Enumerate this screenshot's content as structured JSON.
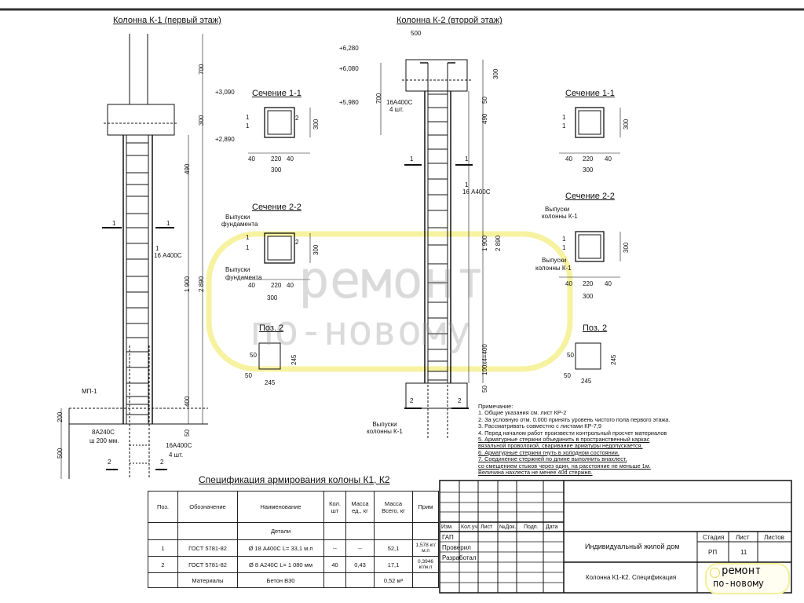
{
  "k1": {
    "title": "Колонна К-1 (первый этаж)",
    "dims": {
      "d700": "700",
      "d300": "300",
      "d490": "490",
      "d1900": "1 900",
      "d2890": "2 890",
      "d400": "400",
      "d50": "50",
      "d200": "200",
      "d500": "500"
    },
    "levels": {
      "top": "+3,090",
      "bottom": "+2,890"
    },
    "rebar_label_num": "1",
    "rebar_label": "16 А400С",
    "mp": "МП-1",
    "stirrup_label": "8А240С",
    "stirrup_step": "ш 200 мм.",
    "dowel_label": "16А400С",
    "dowel_qty": "4 шт.",
    "cut1": "1",
    "cut2": "2"
  },
  "k2": {
    "title": "Колонна К-2 (второй этаж)",
    "dims": {
      "d500": "500",
      "d300": "300",
      "d700": "700",
      "d50a": "50",
      "d490": "490",
      "d1900": "1 900",
      "d2890": "2 890",
      "d100x4": "100х4=400",
      "d50b": "50"
    },
    "levels": {
      "l1": "+6,280",
      "l2": "+6,080",
      "l3": "+5,980"
    },
    "top_rebar_label": "16А400С",
    "top_rebar_qty": "4 шт.",
    "rebar_label_num": "1",
    "rebar_label": "16 А400С",
    "dowels": "Выпуски колонны К-1",
    "cut1": "1",
    "cut2": "2"
  },
  "sections": {
    "s11": "Сечение 1-1",
    "s22": "Сечение 2-2",
    "poz2": "Поз. 2",
    "d40": "40",
    "d220": "220",
    "d300": "300",
    "d245": "245",
    "d50": "50",
    "n1": "1",
    "n2": "2",
    "found_dowels_1": "Выпуски",
    "found_dowels_2": "фундамента",
    "col_dowels_1": "Выпуски",
    "col_dowels_2": "колонны К-1"
  },
  "watermark": {
    "line1": "ремонт",
    "line2": "по-новому"
  },
  "notes": [
    "Примечание:",
    "1. Общие указания см. лист КР-2",
    "2. За условную отм. 0.000 принять уровень чистого пола первого этажа.",
    "3. Рассматривать совместно с листами КР-7,9",
    "4. Перед началом работ произвести контрольный просчет материалов",
    "5. Арматурные стержни объединить в пространственный каркас",
    "вязальной проволокой, сваривание арматуры недопускается.",
    "6. Арматурные стержни гнуть в холодном состоянии.",
    "7. Соединение стержней по длине выполнить внахлест,",
    "со смещением стыков через один, на расстояние не меньше 1м.",
    "Величина нахлеста не менее 40d стержня."
  ],
  "spec": {
    "title": "Спецификация армирования колоны К1, К2",
    "headers": [
      "Поз.",
      "Обозначение",
      "Наименование",
      "Кол. шт",
      "Масса ед., кг",
      "Масса Всего, кг",
      "Прим"
    ],
    "group": "Детали",
    "rows": [
      [
        "1",
        "ГОСТ 5781-82",
        "Ø 18 А400С L= 33,1 м.п",
        "--",
        "--",
        "52,1",
        "1,578 кг/м.п"
      ],
      [
        "2",
        "ГОСТ 5781-82",
        "Ø 8 А240С L= 1 080 мм",
        "40",
        "0,43",
        "17,1",
        "0,3946 кг/м.п"
      ],
      [
        "",
        "Материалы",
        "Бетон В30",
        "",
        "",
        "0,52 м³",
        ""
      ]
    ]
  },
  "title_block": {
    "cols": [
      "Изм.",
      "Кол.уч",
      "Лист",
      "№Док.",
      "Подп.",
      "Дата"
    ],
    "roles": [
      "ГАП",
      "Проверил",
      "Разработал"
    ],
    "project": "Индивидуальный жилой дом",
    "sheet_title": "Колонна К1-К2. Спецификация",
    "stage_h": "Стадия",
    "sheet_h": "Лист",
    "sheets_h": "Листов",
    "stage": "РП",
    "sheet": "11",
    "sheets": "",
    "logo_line1": "ремонт",
    "logo_line2": "по-новому"
  }
}
